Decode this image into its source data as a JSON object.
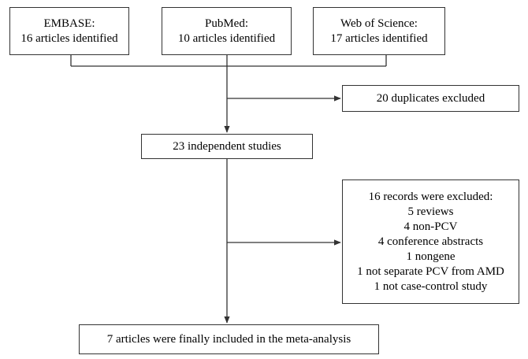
{
  "sources": [
    {
      "name": "EMBASE:",
      "count": "16 articles identified"
    },
    {
      "name": "PubMed:",
      "count": "10 articles identified"
    },
    {
      "name": "Web of Science:",
      "count": "17 articles identified"
    }
  ],
  "duplicates": "20 duplicates excluded",
  "independent": "23 independent studies",
  "excluded": {
    "title": "16 records were excluded:",
    "items": [
      "5 reviews",
      "4 non-PCV",
      "4 conference abstracts",
      "1 nongene",
      "1 not separate PCV from AMD",
      "1 not case-control study"
    ]
  },
  "final": "7 articles were finally included in the meta-analysis"
}
